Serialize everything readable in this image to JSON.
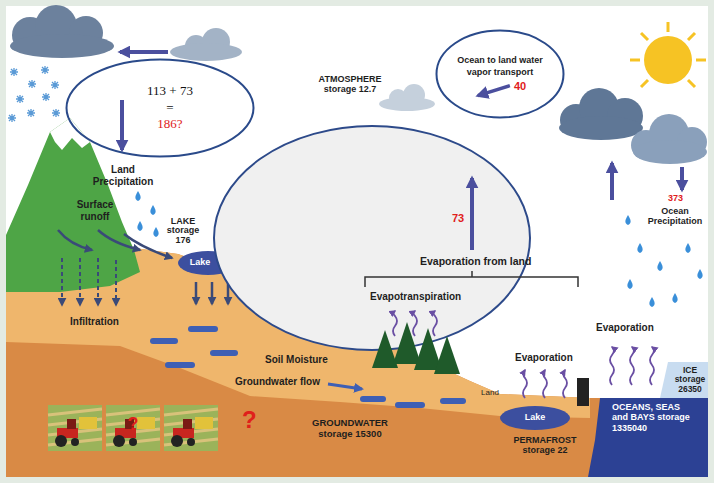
{
  "diagram": {
    "nodes": [
      {
        "text": [
          "113 + 73",
          "=",
          "186?"
        ]
      },
      {
        "text": [
          "Ocean to land water vapor transport",
          "40"
        ]
      }
    ],
    "labels": [
      "ATMOSPHERE storage 12.7",
      "Land Precipitation",
      "Surface runoff",
      "LAKE storage 176",
      "Lake",
      "Infiltration",
      "73",
      "Evaporation from land",
      "Evapotranspiration",
      "Soil Moisture",
      "Groundwater flow",
      "Evaporation",
      "Land",
      "Lake",
      "373",
      "Ocean Precipitation",
      "Evaporation",
      "ICE storage 26350",
      "OCEANS, SEAS and BAYS storage 1335040",
      "GROUNDWATER storage 15300",
      "PERMAFROST storage 22",
      "?",
      "?"
    ]
  }
}
